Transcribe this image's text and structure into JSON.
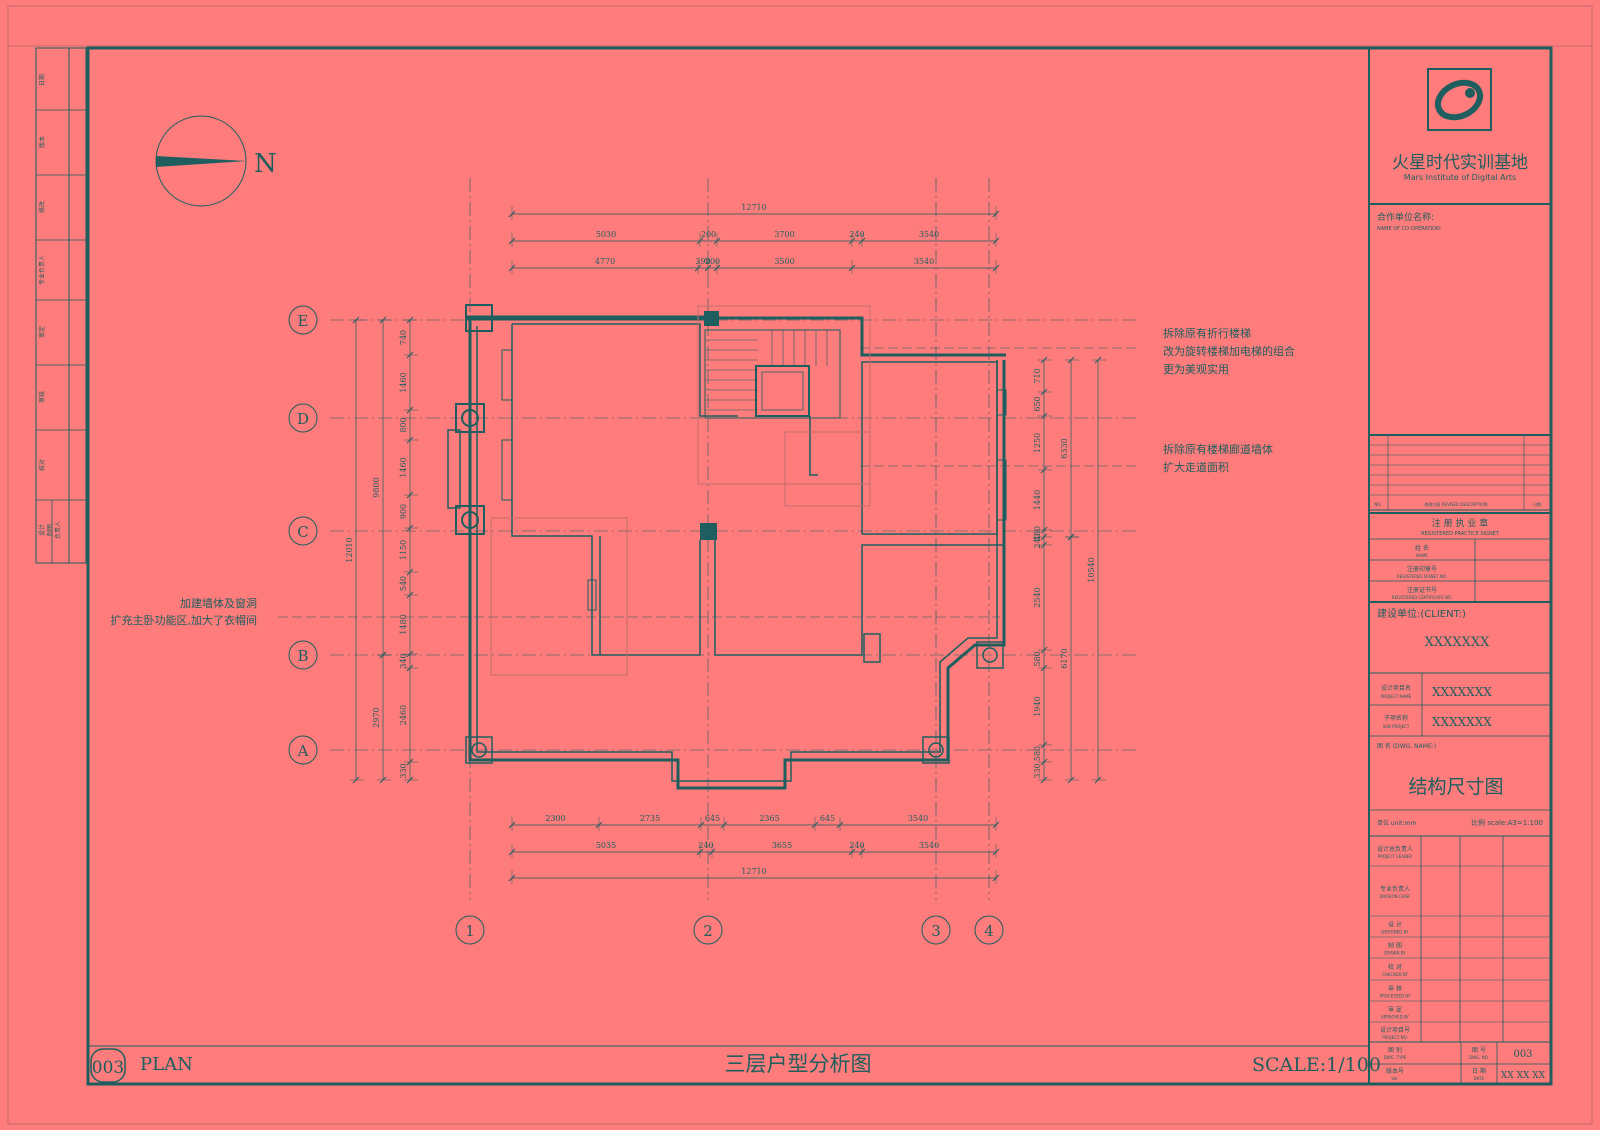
{
  "colors": {
    "background": "#fe7c7c",
    "line": "#1f5e5e",
    "light_line": "#c46b6b"
  },
  "compass": {
    "label": "N"
  },
  "grid": {
    "rows": [
      "E",
      "D",
      "C",
      "B",
      "A"
    ],
    "cols": [
      "1",
      "2",
      "3",
      "4"
    ]
  },
  "dims_top": {
    "overall": "12710",
    "row1": [
      "5030",
      "200",
      "3700",
      "240",
      "3540"
    ],
    "row2": [
      "4770",
      "390",
      "200",
      "3500",
      "3540"
    ]
  },
  "dims_bottom": {
    "row1": [
      "2300",
      "2735",
      "645",
      "2365",
      "645",
      "3540"
    ],
    "row2": [
      "5035",
      "240",
      "3655",
      "240",
      "3540"
    ],
    "overall": "12710"
  },
  "dims_left": {
    "overall": "12010",
    "sub": "9800",
    "lower": "2970",
    "seg": [
      "740",
      "1460",
      "800",
      "1460",
      "900",
      "1150",
      "540",
      "1480",
      "340",
      "2460",
      "330"
    ]
  },
  "dims_right": {
    "overall": "10540",
    "upper": "6330",
    "lower": "6170",
    "seg": [
      "710",
      "650",
      "1250",
      "1440",
      "480",
      "240",
      "2540",
      "580",
      "1940",
      "580",
      "330"
    ]
  },
  "annotations": {
    "stair_lines": [
      "拆除原有折行楼梯",
      "改为旋转楼梯加电梯的组合",
      "更为美观实用"
    ],
    "corridor_lines": [
      "拆除原有楼梯廊道墙体",
      "扩大走道面积"
    ],
    "left_lines": [
      "加建墙体及窗洞",
      "扩充主卧功能区,加大了衣帽间"
    ]
  },
  "footer": {
    "sheet_no": "003",
    "plan_label": "PLAN",
    "title": "三层户型分析图",
    "scale": "SCALE:1/100"
  },
  "side_strip": [
    "日期",
    "版本",
    "修改",
    "专业负责人",
    "审定",
    "审核",
    "校对",
    "设计",
    "制图",
    "负责人"
  ],
  "title_block": {
    "company_cn": "火星时代实训基地",
    "company_en": "Mars Institute of Digital Arts",
    "coop_label": "合作单位名称:",
    "coop_label_en": "NAME OF CO-OPERATION:",
    "rev_headers": [
      "NO.",
      "修改内容 REVISED DESCRIPTION",
      "日期"
    ],
    "reg_stamp": "注 册 执 业 章",
    "reg_stamp_en": "REGISTERED PRACTICE SIGNET",
    "reg_rows": [
      "姓 名",
      "NAME",
      "注册印章号",
      "REGISTERED SIGNET NO.",
      "注册证书号",
      "REGISTERED CERTIFICATE NO."
    ],
    "client_label": "建设单位:(CLIENT:)",
    "client_value": "XXXXXXX",
    "project_label": "设计项目名",
    "project_label_en": "PROJECT NAME",
    "project_value": "XXXXXXX",
    "sub_label": "子项名称",
    "sub_label_en": "SUB PROJECT",
    "sub_value": "XXXXXXX",
    "dwg_name_label": "图 名 (DWG. NAME:)",
    "drawing_title": "结构尺寸图",
    "unit_label": "单位 unit:mm",
    "scale_label": "比例 scale:A3=1:100",
    "roles": [
      {
        "cn": "设计总负责人",
        "en": "PROJECT LEADER"
      },
      {
        "cn": "专业负责人",
        "en": "DIVISION CHIEF"
      },
      {
        "cn": "设 计",
        "en": "DESIGNED BY"
      },
      {
        "cn": "制 图",
        "en": "DRAWN BY"
      },
      {
        "cn": "校 对",
        "en": "CHECKED BY"
      },
      {
        "cn": "审 核",
        "en": "PROCESSED BY"
      },
      {
        "cn": "审 定",
        "en": "APPROVED BY"
      },
      {
        "cn": "设计项目号",
        "en": "PROJECT NO."
      }
    ],
    "dwg_type_cn": "图 别",
    "dwg_type_en": "DWG. TYPE",
    "dwg_no_cn": "图 号",
    "dwg_no_en": "DWG. NO.",
    "dwg_no_value": "003",
    "ver_cn": "版本号",
    "ver_en": "Ver.",
    "date_cn": "日 期",
    "date_en": "DATE",
    "date_value": "XX XX XX"
  }
}
